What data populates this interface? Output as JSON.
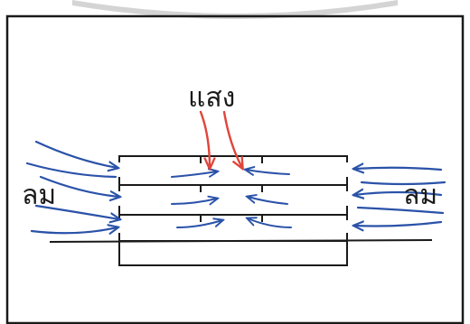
{
  "labels": {
    "light": "แสง",
    "wind_left": "ลม",
    "wind_right": "ลม"
  },
  "colors": {
    "frame": "#1a1a1a",
    "wind_arrows": "#2a52a8",
    "light_arrows": "#e0453a",
    "paper": "#ffffff",
    "top_shadow": "#c8c8c8"
  }
}
